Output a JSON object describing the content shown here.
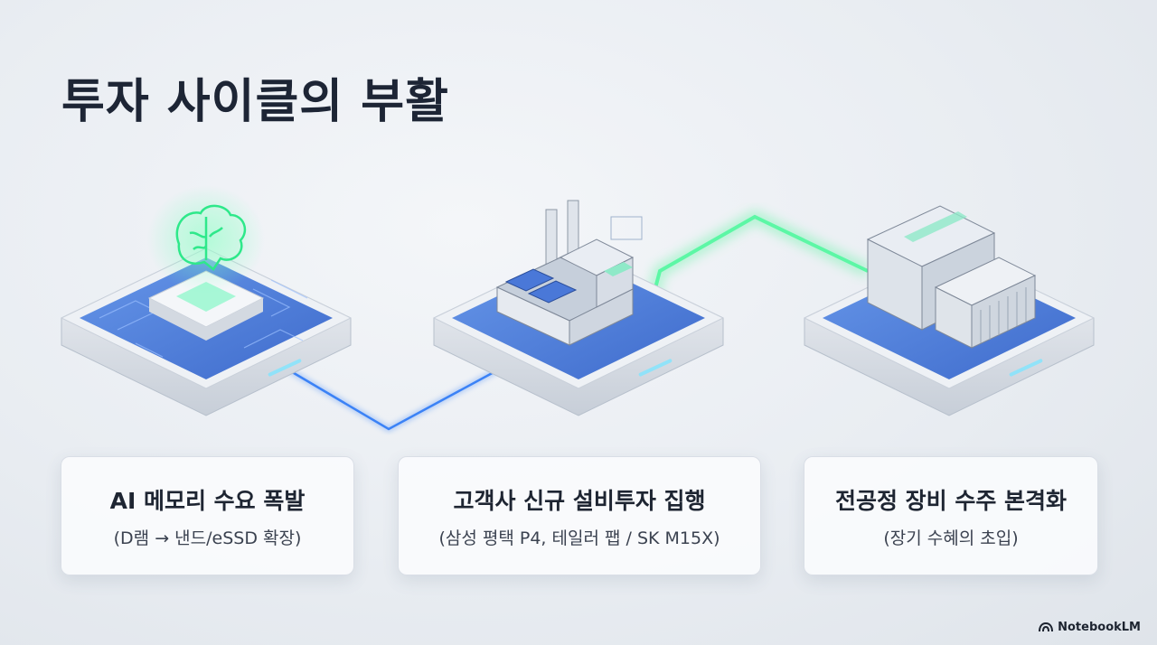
{
  "title": "투자 사이클의 부활",
  "stages": [
    {
      "icon": "brain-chip-icon",
      "title": "AI 메모리 수요 폭발",
      "subtitle": "(D램 → 낸드/eSSD 확장)"
    },
    {
      "icon": "factory-icon",
      "title": "고객사 신규 설비투자 집행",
      "subtitle": "(삼성 평택 P4, 테일러 팹 / SK M15X)"
    },
    {
      "icon": "shipping-container-icon",
      "title": "전공정 장비 수주 본격화",
      "subtitle": "(장기 수혜의 초입)"
    }
  ],
  "brand": "NotebookLM",
  "colors": {
    "blue_connector": "#3b82f6",
    "green_glow": "#3ef58f",
    "platform_blue": "#3b6fd8"
  }
}
